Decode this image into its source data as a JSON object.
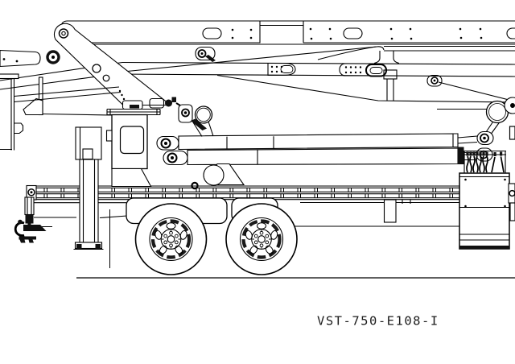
{
  "drawing": {
    "label": "VST-750-E108-I",
    "background_color": "#ffffff",
    "line_color": "#000000",
    "parts": [
      "work-platform-bucket",
      "bucket-leveling-linkage",
      "boom-pivot-arm",
      "telescopic-boom-sections",
      "boom-support-pedestal",
      "boom-rest",
      "lift-cylinders",
      "front-outrigger-jack",
      "tow-hook",
      "chassis-frame-deck",
      "tandem-road-wheels",
      "rear-equipment-cabinet",
      "hydraulic-hose-bundle",
      "boom-tip-sheaves",
      "ground-line"
    ]
  }
}
